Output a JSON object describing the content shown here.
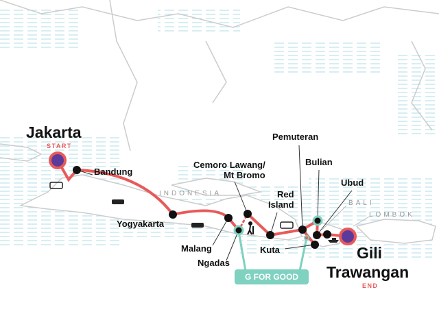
{
  "colors": {
    "route": "#e85a5a",
    "start_end_fill": "#5b3a9b",
    "g_for_good": "#7fd1c0",
    "land_outline": "#cccccc",
    "water": "#a9dce6"
  },
  "start": {
    "name": "Jakarta",
    "tag": "START"
  },
  "end": {
    "name_line1": "Gili",
    "name_line2": "Trawangan",
    "tag": "END"
  },
  "stops": {
    "bandung": "Bandung",
    "yogyakarta": "Yogyakarta",
    "malang": "Malang",
    "ngadas": "Ngadas",
    "cemoro_line1": "Cemoro Lawang/",
    "cemoro_line2": "Mt Bromo",
    "red_island_line1": "Red",
    "red_island_line2": "Island",
    "kuta": "Kuta",
    "pemuteran": "Pemuteran",
    "bulian": "Bulian",
    "ubud": "Ubud"
  },
  "regions": {
    "indonesia": "INDONESIA",
    "bali": "BALI",
    "lombok": "LOMBOK"
  },
  "g_for_good": "G FOR GOOD",
  "icons": [
    "bus-icon",
    "hiker-icon",
    "boat-icon"
  ]
}
